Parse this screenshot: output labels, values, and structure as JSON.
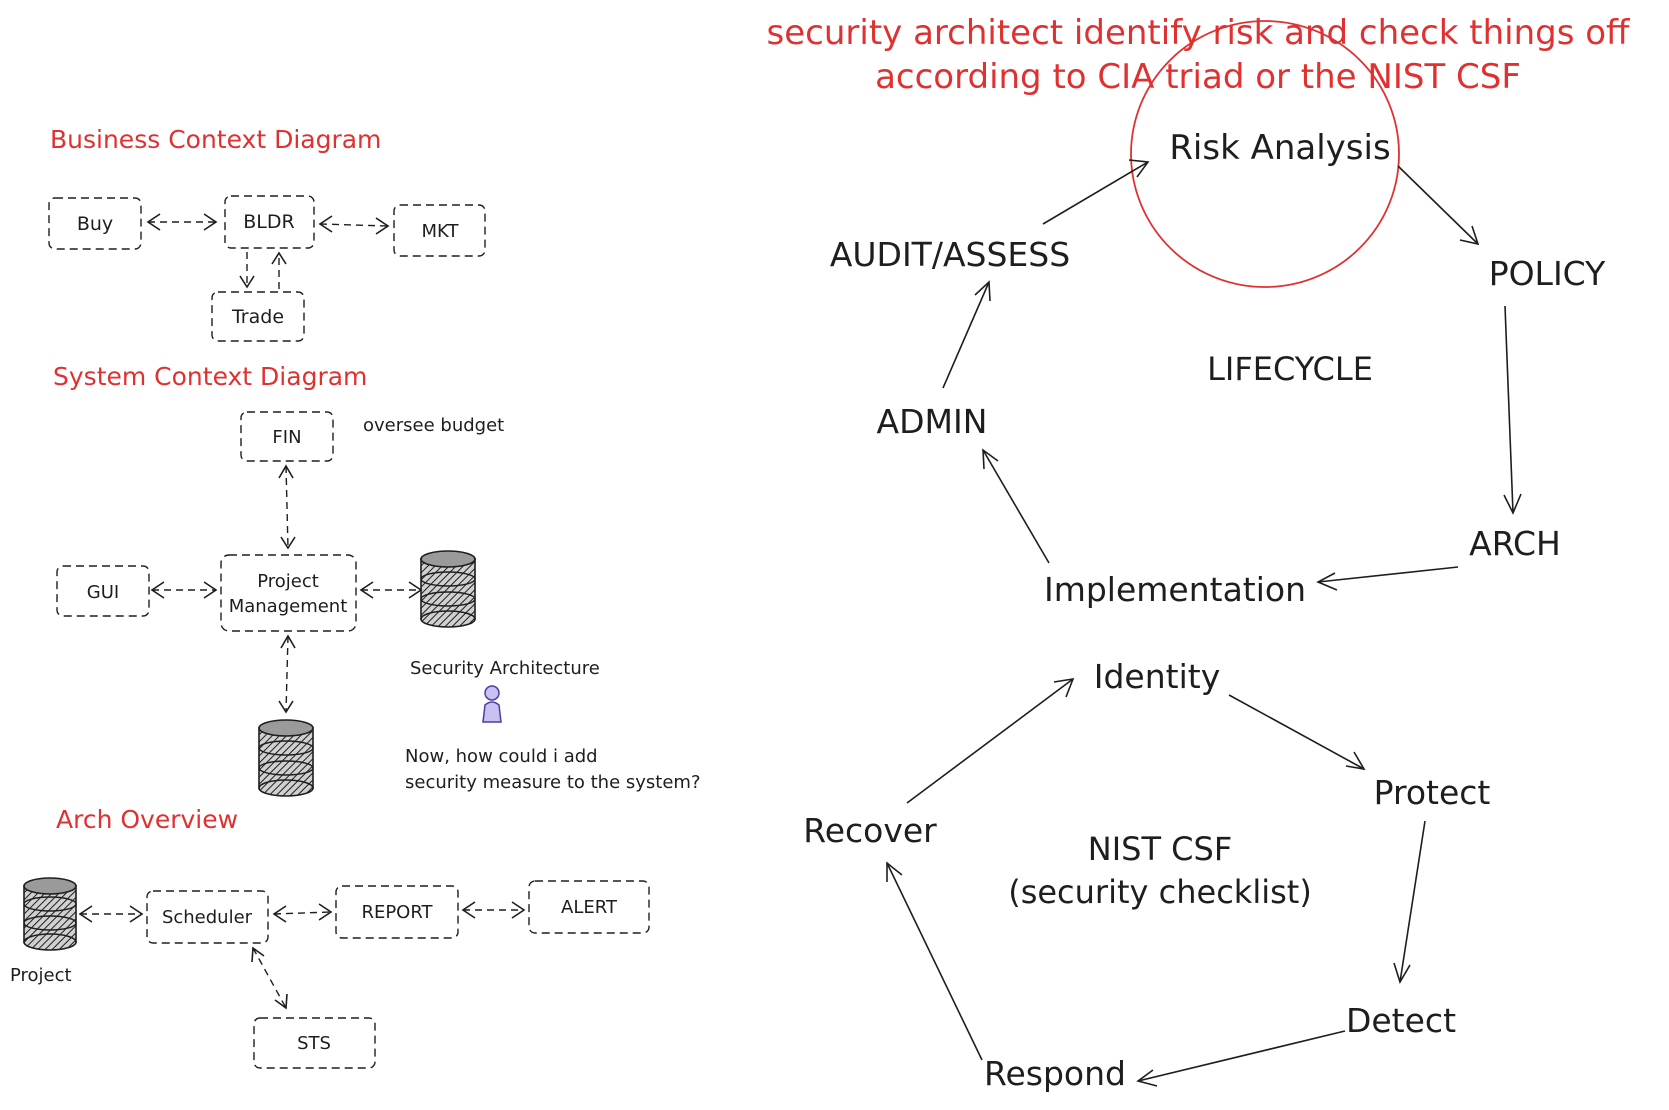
{
  "annotation": {
    "line1": "security architect identify risk and check things off",
    "line2": "according to CIA triad or the NIST CSF",
    "color": "#e03131"
  },
  "business_context": {
    "title": "Business Context Diagram",
    "buy": "Buy",
    "bldr": "BLDR",
    "mkt": "MKT",
    "trade": "Trade"
  },
  "system_context": {
    "title": "System Context Diagram",
    "fin": "FIN",
    "fin_note": "oversee budget",
    "gui": "GUI",
    "pm_line1": "Project",
    "pm_line2": "Management",
    "db_right_icon": "database-icon",
    "db_bottom_icon": "database-icon",
    "security_label": "Security Architecture",
    "person_icon": "person-icon",
    "question_line1": "Now, how could i add",
    "question_line2": "security measure to the system?"
  },
  "arch_overview": {
    "title": "Arch Overview",
    "db_label": "Project",
    "scheduler": "Scheduler",
    "report": "REPORT",
    "alert": "ALERT",
    "sts": "STS"
  },
  "lifecycle": {
    "center_label": "LIFECYCLE",
    "steps": [
      "Risk Analysis",
      "POLICY",
      "ARCH",
      "Implementation",
      "ADMIN",
      "AUDIT/ASSESS"
    ]
  },
  "nist": {
    "center_line1": "NIST CSF",
    "center_line2": "(security checklist)",
    "steps": [
      "Identity",
      "Protect",
      "Detect",
      "Respond",
      "Recover"
    ]
  }
}
